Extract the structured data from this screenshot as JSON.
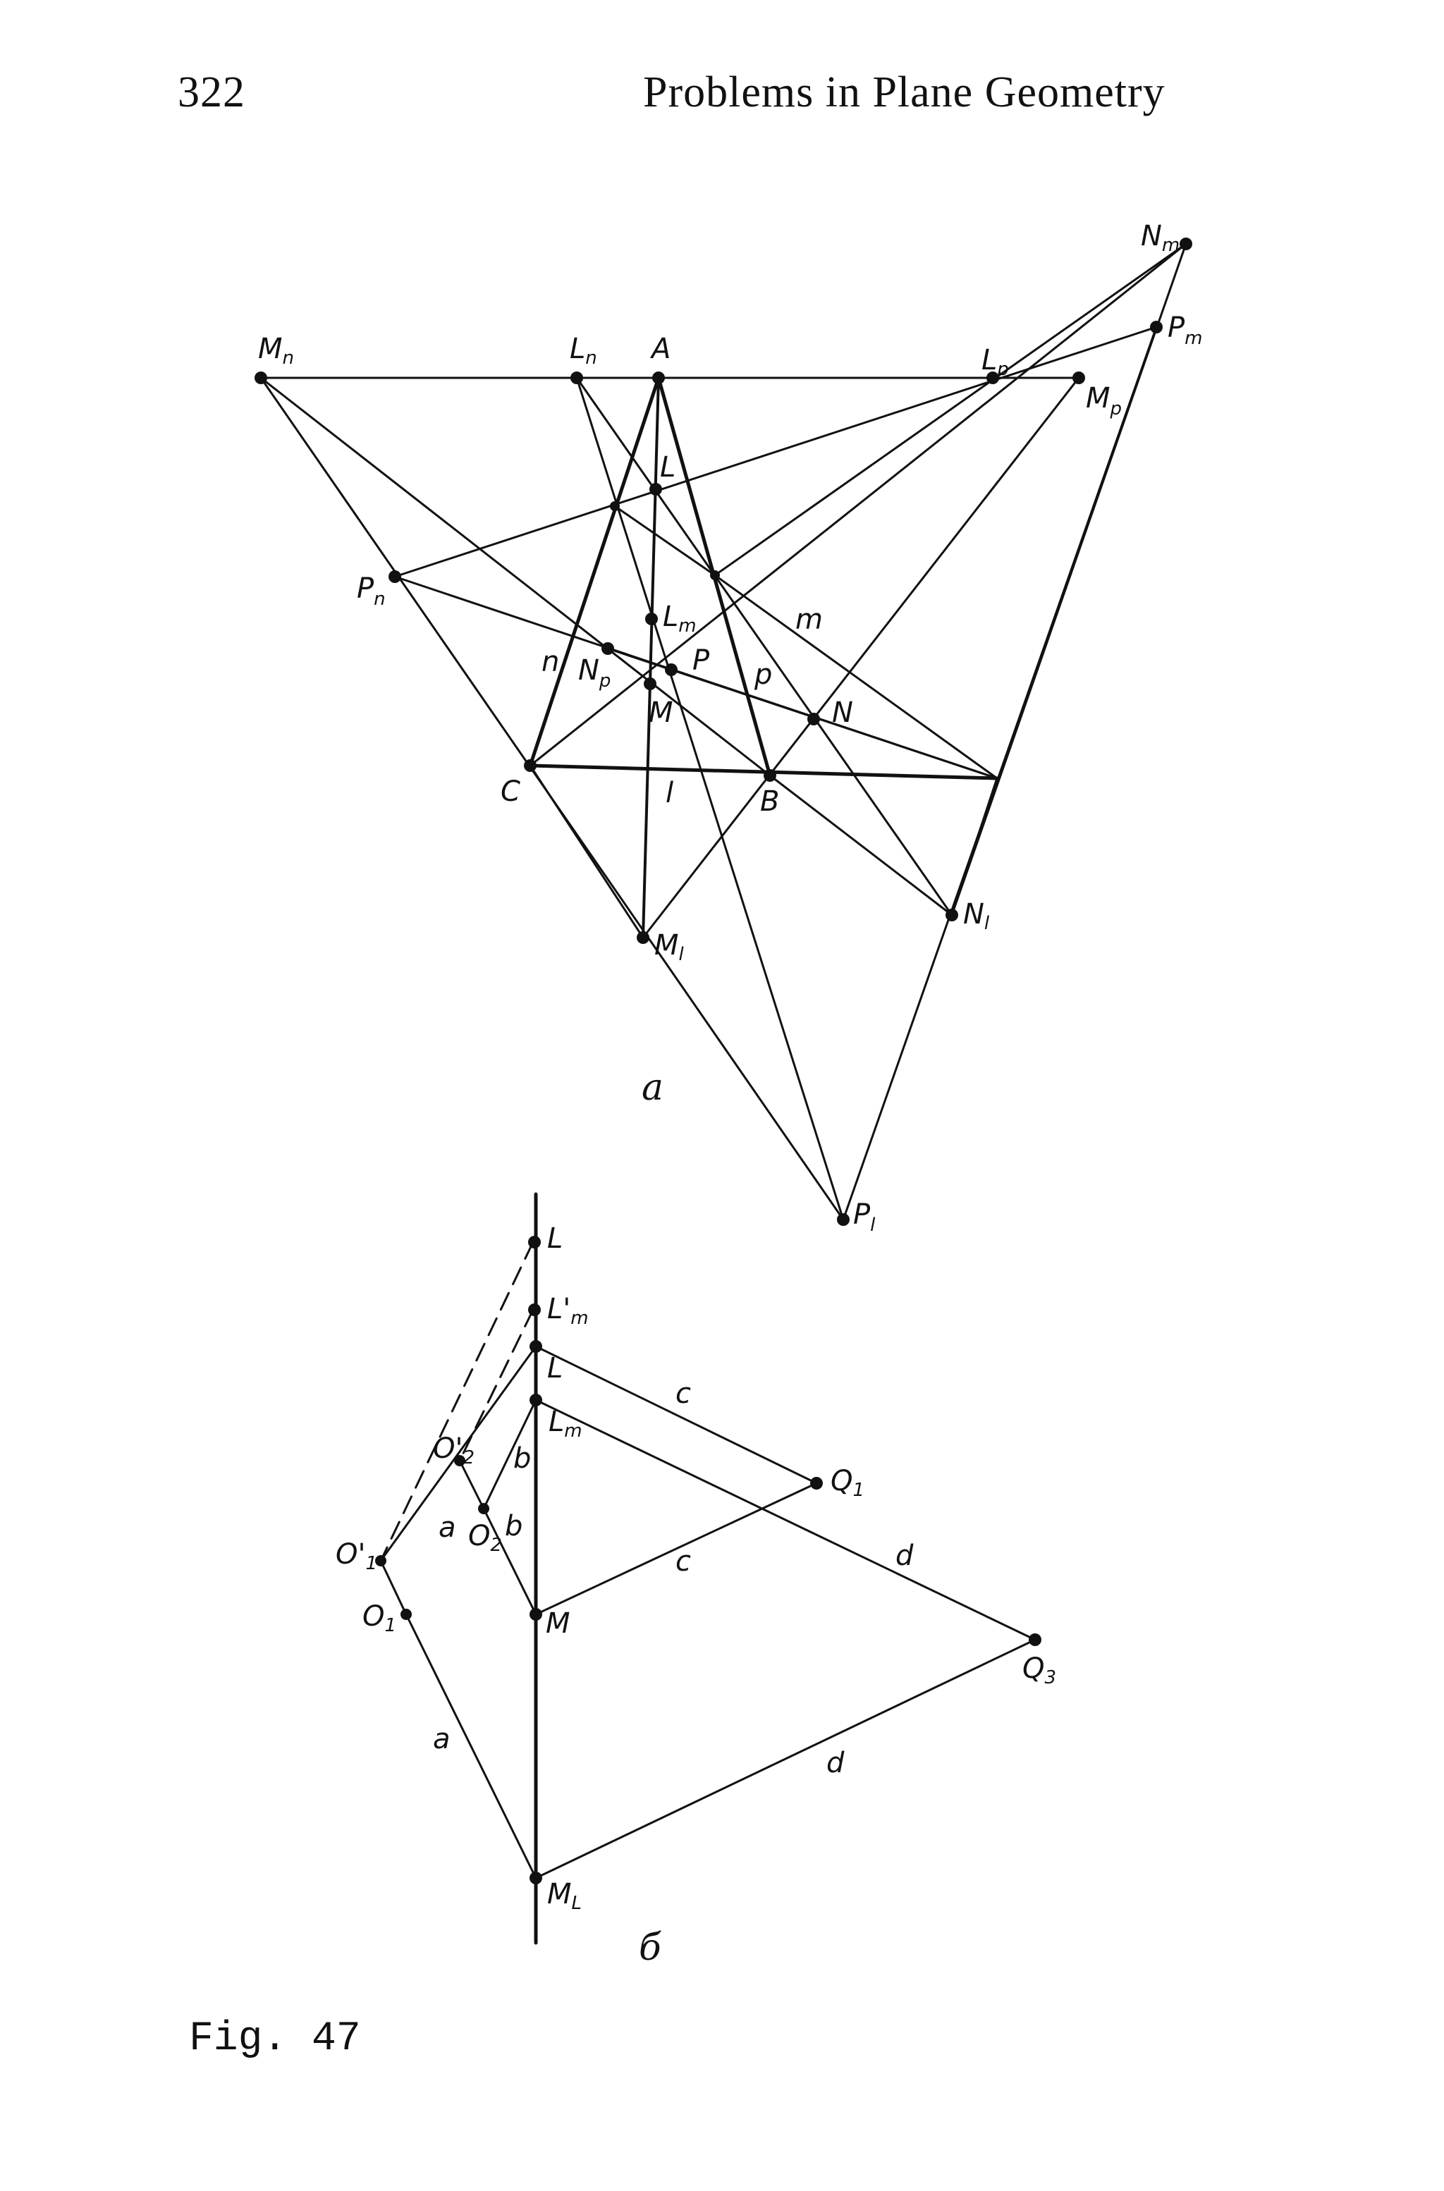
{
  "header": {
    "page_number": "322",
    "running_title": "Problems in Plane Geometry"
  },
  "figure": {
    "caption": "Fig. 47",
    "panel_a": {
      "tag": "a",
      "points": [
        {
          "id": "Mn",
          "base": "M",
          "sub": "n"
        },
        {
          "id": "Ln",
          "base": "L",
          "sub": "n"
        },
        {
          "id": "A",
          "base": "A",
          "sub": ""
        },
        {
          "id": "Lp",
          "base": "L",
          "sub": "p"
        },
        {
          "id": "Mp",
          "base": "M",
          "sub": "p"
        },
        {
          "id": "Nm",
          "base": "N",
          "sub": "m"
        },
        {
          "id": "Pm",
          "base": "P",
          "sub": "m"
        },
        {
          "id": "L",
          "base": "L",
          "sub": ""
        },
        {
          "id": "Pn",
          "base": "P",
          "sub": "n"
        },
        {
          "id": "Lm",
          "base": "L",
          "sub": "m"
        },
        {
          "id": "Np",
          "base": "N",
          "sub": "p"
        },
        {
          "id": "M",
          "base": "M",
          "sub": ""
        },
        {
          "id": "P",
          "base": "P",
          "sub": ""
        },
        {
          "id": "N",
          "base": "N",
          "sub": ""
        },
        {
          "id": "C",
          "base": "C",
          "sub": ""
        },
        {
          "id": "B",
          "base": "B",
          "sub": ""
        },
        {
          "id": "Ml",
          "base": "M",
          "sub": "l"
        },
        {
          "id": "Nl",
          "base": "N",
          "sub": "l"
        },
        {
          "id": "Pl",
          "base": "P",
          "sub": "l"
        }
      ],
      "line_labels": [
        "n",
        "m",
        "p",
        "l"
      ]
    },
    "panel_b": {
      "tag": "б",
      "points": [
        {
          "id": "L1",
          "base": "L",
          "sub": ""
        },
        {
          "id": "Lm1",
          "base": "L'",
          "sub": "m"
        },
        {
          "id": "L",
          "base": "L",
          "sub": ""
        },
        {
          "id": "Lm",
          "base": "L",
          "sub": "m"
        },
        {
          "id": "O2p",
          "base": "O'",
          "sub": "2"
        },
        {
          "id": "O2",
          "base": "O",
          "sub": "2"
        },
        {
          "id": "O1p",
          "base": "O'",
          "sub": "1"
        },
        {
          "id": "O1",
          "base": "O",
          "sub": "1"
        },
        {
          "id": "M",
          "base": "M",
          "sub": ""
        },
        {
          "id": "Q1",
          "base": "Q",
          "sub": "1"
        },
        {
          "id": "Q3",
          "base": "Q",
          "sub": "3"
        },
        {
          "id": "Ml",
          "base": "M",
          "sub": "L"
        }
      ],
      "segment_labels": [
        "c",
        "c",
        "d",
        "d",
        "a",
        "a",
        "b",
        "b"
      ]
    }
  }
}
